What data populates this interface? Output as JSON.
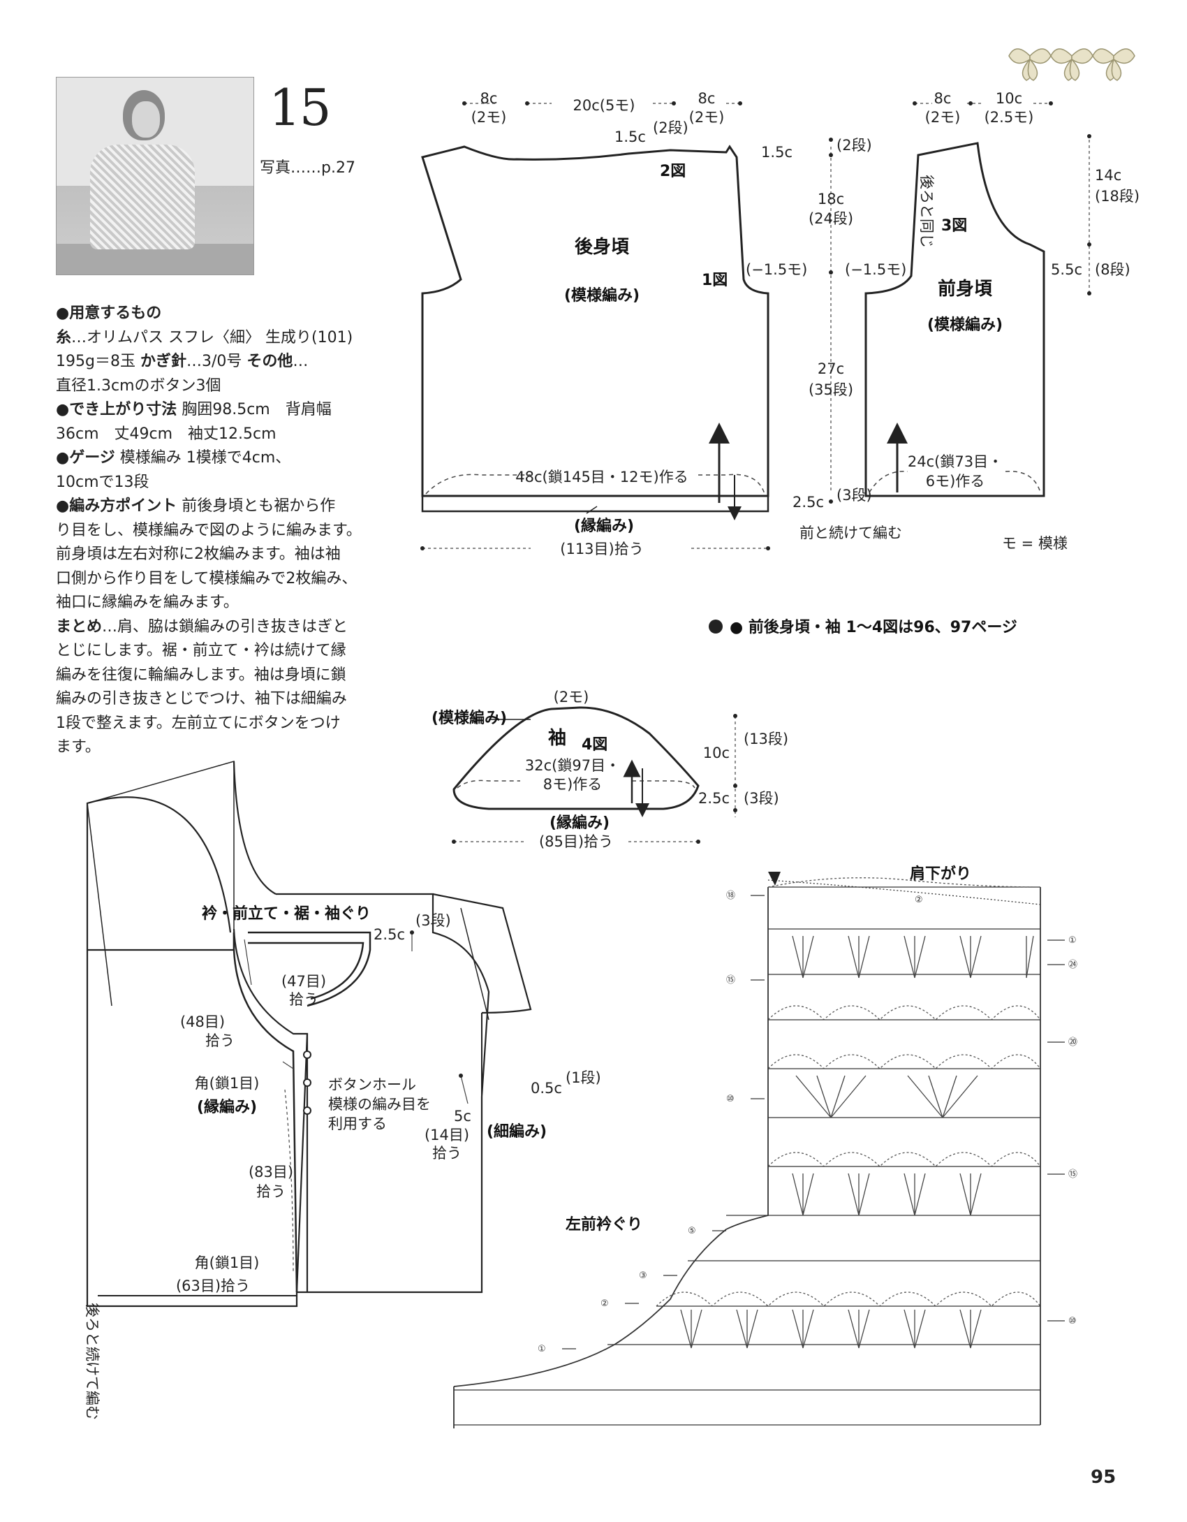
{
  "pattern_number": "15",
  "photo_ref": "写真……p.27",
  "materials": {
    "heading": "●用意するもの",
    "yarn_label": "糸",
    "yarn_text": "…オリムパス スフレ〈細〉 生成り(101)",
    "yarn_text2": "195g＝8玉",
    "hook_label": "かぎ針",
    "hook_text": "…3/0号",
    "other_label": "その他",
    "other_text": "…",
    "other_text2": "直径1.3cmのボタン3個"
  },
  "finished_size": {
    "heading": "●でき上がり寸法",
    "text": "胸囲98.5cm　背肩幅",
    "text2": "36cm　丈49cm　袖丈12.5cm"
  },
  "gauge": {
    "heading": "●ゲージ",
    "text": "模様編み 1模様で4cm、",
    "text2": "10cmで13段"
  },
  "points": {
    "heading": "●編み方ポイント",
    "lines": [
      "前後身頃とも裾から作",
      "り目をし、模様編みで図のように編みます。",
      "前身頃は左右対称に2枚編みます。袖は袖",
      "口側から作り目をして模様編みで2枚編み、",
      "袖口に縁編みを編みます。"
    ]
  },
  "finishing": {
    "heading": "まとめ",
    "lines": [
      "…肩、脇は鎖編みの引き抜きはぎと",
      "とじにします。裾・前立て・衿は続けて縁",
      "編みを往復に輪編みします。袖は身頃に鎖",
      "編みの引き抜きとじでつけ、袖下は細編み",
      "1段で整えます。左前立てにボタンをつけ",
      "ます。"
    ]
  },
  "back_body": {
    "title": "後身頃",
    "pattern": "(模様編み)",
    "fig1": "1図",
    "fig2": "2図",
    "top_left_c": "8c",
    "top_left_m": "(2モ)",
    "top_mid": "20c(5モ)",
    "top_right_c": "8c",
    "top_right_m": "(2モ)",
    "neck_c": "1.5c",
    "neck_r": "(2段)",
    "armhole_dec": "(−1.5モ)",
    "base": "48c(鎖145目・12モ)作る",
    "edging": "(縁編み)",
    "pickup": "(113目)拾う",
    "arm_c": "1.5c",
    "arm_r": "(2段)",
    "mid_c": "18c",
    "mid_r": "(24段)",
    "low_c": "27c",
    "low_r": "(35段)",
    "edge_c": "2.5c",
    "edge_r": "(3段)",
    "continue": "前と続けて編む"
  },
  "front_body": {
    "title": "前身頃",
    "pattern": "(模様編み)",
    "fig3": "3図",
    "top_left_c": "8c",
    "top_left_m": "(2モ)",
    "top_right_c": "10c",
    "top_right_m": "(2.5モ)",
    "same_as_back": "後ろと同じ",
    "armhole_dec": "(−1.5モ)",
    "neck_c": "14c",
    "neck_r": "(18段)",
    "side_c": "5.5c",
    "side_r": "(8段)",
    "base": "24c(鎖73目・",
    "base2": "6モ)作る",
    "legend": "モ = 模様"
  },
  "page_note": "● 前後身頃・袖 1〜4図は96、97ページ",
  "sleeve": {
    "title": "袖",
    "fig4": "4図",
    "pattern": "(模様編み)",
    "top": "(2モ)",
    "base": "32c(鎖97目・",
    "base2": "8モ)作る",
    "edging": "(縁編み)",
    "pickup": "(85目)拾う",
    "h_c": "10c",
    "h_r": "(13段)",
    "e_c": "2.5c",
    "e_r": "(3段)"
  },
  "assembly": {
    "title": "衿・前立て・裾・袖ぐり",
    "collar_c": "2.5c",
    "collar_r": "(3段)",
    "neck_pick": "(47目)",
    "neck_pick2": "拾う",
    "front_neck": "(48目)",
    "front_neck2": "拾う",
    "corner1": "角(鎖1目)",
    "edging": "(縁編み)",
    "buttonhole": "ボタンホール",
    "buttonhole2": "模様の編み目を",
    "buttonhole3": "利用する",
    "front_pick": "(83目)",
    "front_pick2": "拾う",
    "corner2": "角(鎖1目)",
    "hem_pick": "(63目)拾う",
    "back_cont": "後ろと続けて編む",
    "armhole_c": "0.5c",
    "armhole_r": "(1段)",
    "arm_c": "5c",
    "arm_pick": "(14目)",
    "arm_pick2": "拾う",
    "sc": "(細編み)"
  },
  "chart": {
    "shoulder": "肩下がり",
    "neckline": "左前衿ぐり",
    "rows_left": [
      "⑱",
      "⑮",
      "⑩",
      "⑤",
      "③",
      "②",
      "①"
    ],
    "rows_right": [
      "①",
      "㉔",
      "⑳",
      "⑮",
      "⑩"
    ],
    "top_mark": "②"
  },
  "page_number": "95"
}
